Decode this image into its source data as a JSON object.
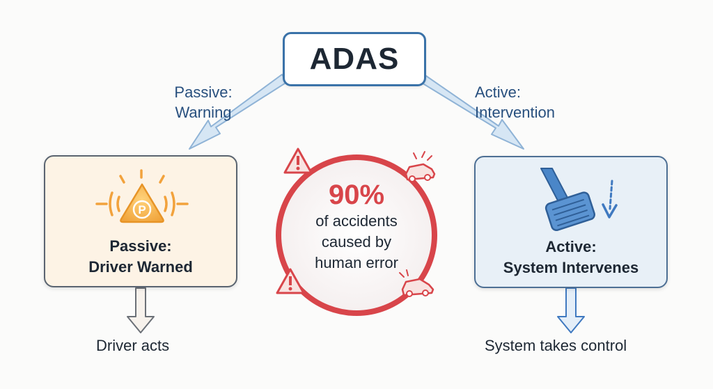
{
  "root": {
    "label": "ADAS"
  },
  "passive": {
    "branch_label": [
      "Passive:",
      "Warning"
    ],
    "card_title": [
      "Passive:",
      "Driver Warned"
    ],
    "outcome": "Driver acts",
    "icon": "warning-parking-icon",
    "color": "#f2a23c"
  },
  "active": {
    "branch_label": [
      "Active:",
      "Intervention"
    ],
    "card_title": [
      "Active:",
      "System Intervenes"
    ],
    "outcome": "System takes control",
    "icon": "brake-pedal-icon",
    "color": "#3f79c0"
  },
  "stat": {
    "value": "90%",
    "text": [
      "of accidents",
      "caused by",
      "human error"
    ],
    "ring_color": "#d8454a",
    "icons": [
      "warning-triangle-icon",
      "crash-car-icon"
    ]
  }
}
